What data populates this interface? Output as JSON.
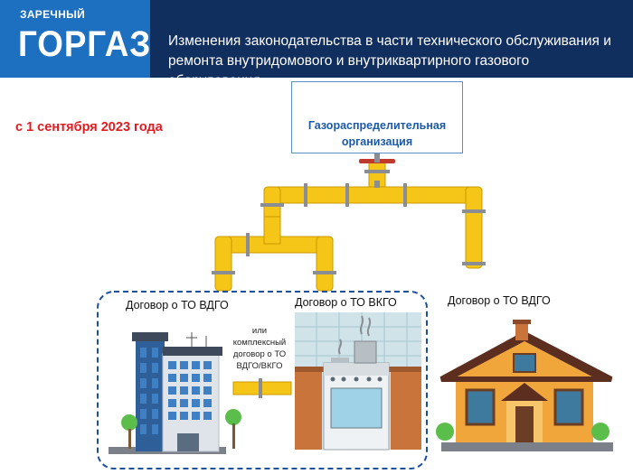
{
  "header": {
    "logo_small": "ЗАРЕЧНЫЙ",
    "logo_big": "ГОРГАЗ",
    "title": "Изменения законодательства в части технического обслуживания и ремонта внутридомового и внутриквартирного газового оборудования"
  },
  "date_text": "с 1 сентября 2023 года",
  "gdo": {
    "label": "Газораспределительная организация"
  },
  "labels": {
    "vdgo_left": "Договор о ТО ВДГО",
    "vkgo": "Договор о ТО ВКГО",
    "vdgo_right": "Договор о ТО ВДГО",
    "or_complex": "или комплексный договор о ТО ВДГО/ВКГО"
  },
  "colors": {
    "header_bg": "#102e5e",
    "logo_bg": "#1d6fbf",
    "date_red": "#e11b22",
    "pipe_yellow": "#f5c518",
    "dashed_blue": "#1c4f9c"
  }
}
